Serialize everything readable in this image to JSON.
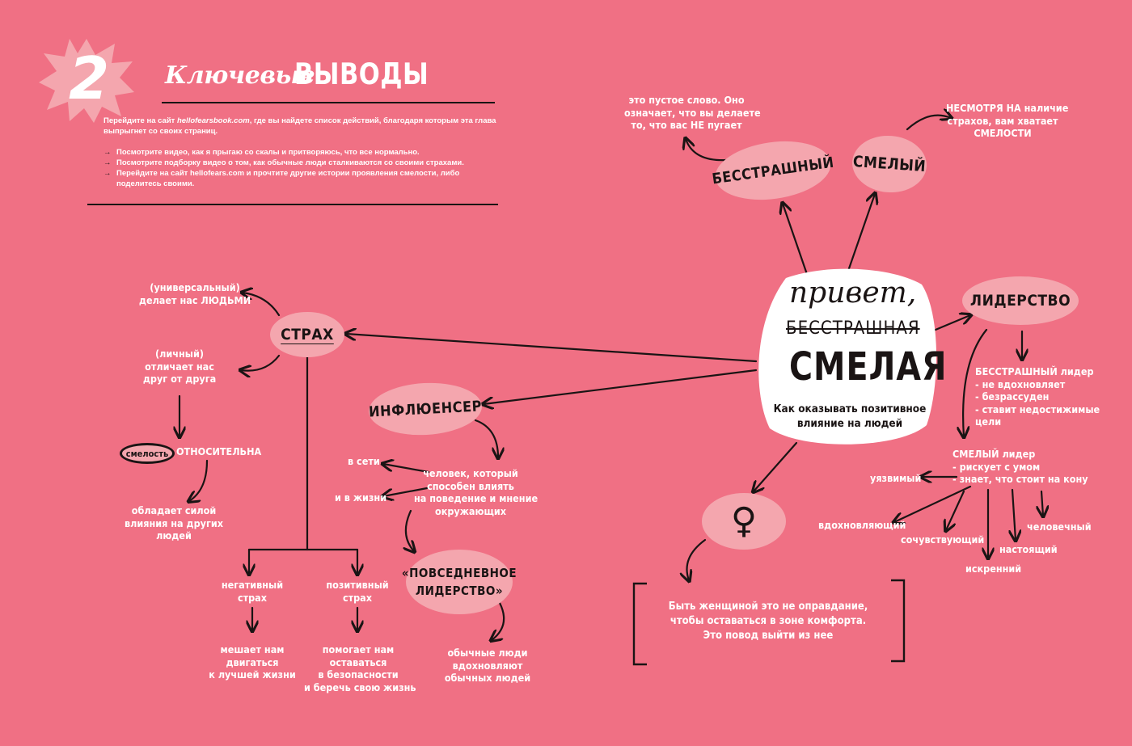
{
  "header": {
    "chapter_number": "2",
    "title_script": "Ключевые",
    "title_caps": "ВЫВОДЫ",
    "intro_before": "Перейдите на сайт ",
    "intro_site": "hellofearsbook.com",
    "intro_after": ", где вы найдете список действий, благодаря которым эта глава выпрыгнет со своих страниц.",
    "items": [
      "Посмотрите видео, как я прыгаю со скалы и притворяюсь, что все нормально.",
      "Посмотрите подборку видео о том, как обычные люди сталкиваются со своими страхами.",
      "Перейдите на сайт hellofears.com и прочтите другие истории проявления смелости, либо поделитесь своими."
    ],
    "arrow_glyph": "→"
  },
  "center": {
    "script": "привет,",
    "struck": "БЕССТРАШНАЯ",
    "bold": "СМЕЛАЯ",
    "subtitle_line1": "Как оказывать позитивное",
    "subtitle_line2": "влияние на людей"
  },
  "nodes": {
    "fearless": "БЕССТРАШНЫЙ",
    "fearless_note": [
      "это пустое слово. Оно",
      "означает, что вы делаете",
      "то, что вас НЕ пугает"
    ],
    "brave": "СМЕЛЫЙ",
    "brave_note": [
      "НЕСМОТРЯ НА наличие",
      "страхов, вам хватает",
      "СМЕЛОСТИ"
    ],
    "leadership": "ЛИДЕРСТВО",
    "fearless_leader": [
      "БЕССТРАШНЫЙ лидер",
      "- не вдохновляет",
      "- безрассуден",
      "- ставит недостижимые",
      "  цели"
    ],
    "brave_leader": [
      "СМЕЛЫЙ лидер",
      "- рискует с умом",
      "- знает, что стоит на кону"
    ],
    "leader_traits": {
      "vulnerable": "уязвимый",
      "inspiring": "вдохновляющий",
      "compassionate": "сочувствующий",
      "sincere": "искренний",
      "real": "настоящий",
      "human": "человечный"
    },
    "female_symbol": "♀",
    "female_note": [
      "Быть женщиной это не оправдание,",
      "чтобы оставаться в зоне комфорта.",
      "Это повод выйти из нее"
    ],
    "fear": "СТРАХ",
    "fear_universal": [
      "(универсальный)",
      "делает нас ЛЮДЬМИ"
    ],
    "fear_personal": [
      "(личный)",
      "отличает нас",
      "друг от друга"
    ],
    "courage_word": "смелость",
    "relative_word": "ОТНОСИТЕЛЬНА",
    "influence_note": [
      "обладает силой",
      "влияния на других",
      "людей"
    ],
    "negative_fear": [
      "негативный",
      "страх"
    ],
    "negative_result": [
      "мешает нам",
      "двигаться",
      "к лучшей жизни"
    ],
    "positive_fear": [
      "позитивный",
      "страх"
    ],
    "positive_result": [
      "помогает нам",
      "оставаться",
      "в безопасности",
      "и беречь свою жизнь"
    ],
    "influencer": "ИНФЛЮЕНСЕР",
    "influencer_def": [
      "человек, который",
      "способен влиять",
      "на поведение и мнение",
      "окружающих"
    ],
    "online": "в сети",
    "in_life": "и в жизни",
    "everyday": [
      "«ПОВСЕДНЕВНОЕ",
      "ЛИДЕРСТВО»"
    ],
    "everyday_note": [
      "обычные люди",
      "вдохновляют",
      "обычных людей"
    ]
  },
  "colors": {
    "background": "#f07084",
    "blob": "#f4a6ae",
    "ink": "#1a1414",
    "text_light": "#ffffff"
  }
}
